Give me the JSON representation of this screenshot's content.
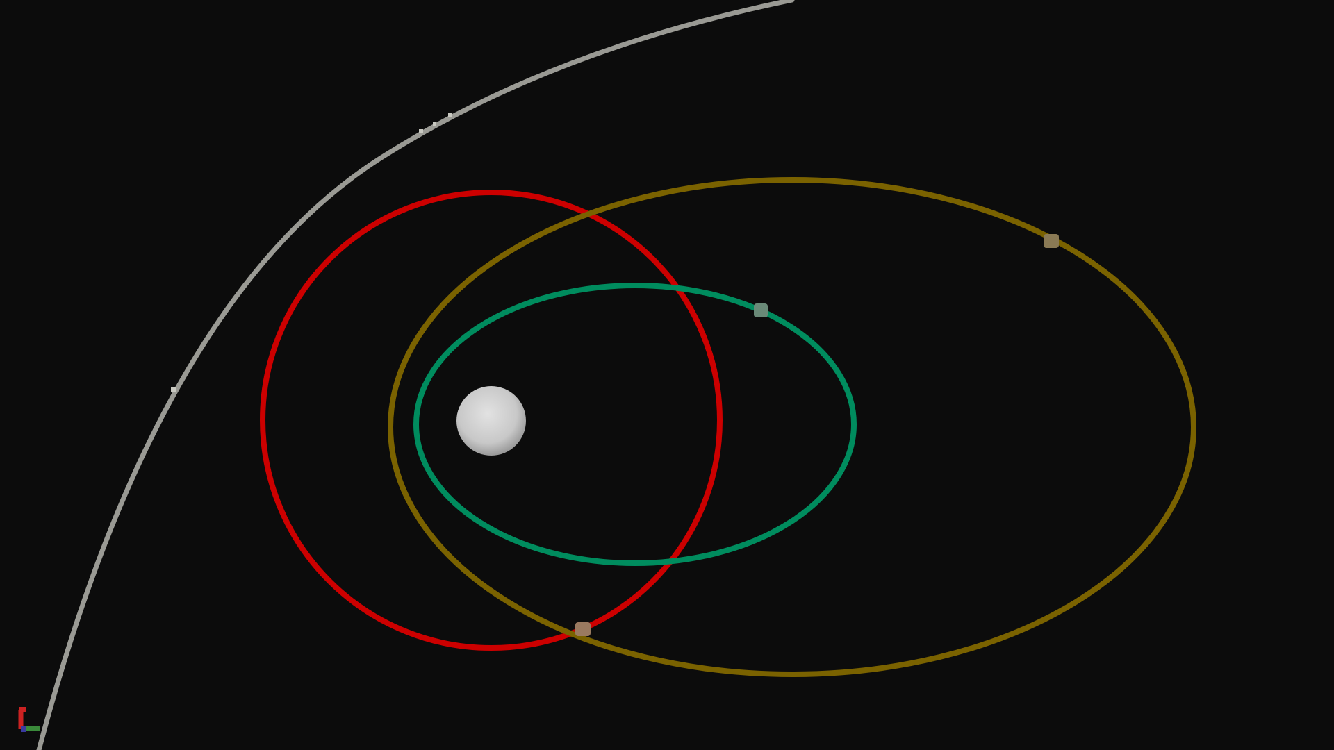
{
  "scene": {
    "background": "#0c0c0c",
    "central_body": {
      "color": "#d0d0d0"
    },
    "orbits": [
      {
        "id": "red",
        "color": "#cc0000",
        "spacecraft": []
      },
      {
        "id": "gold",
        "color": "#7a6200",
        "spacecraft": [
          {
            "marker_color": "#8a7a55"
          },
          {
            "marker_color": "#9a7a60"
          }
        ]
      },
      {
        "id": "green",
        "color": "#008c5e",
        "spacecraft": [
          {
            "marker_color": "#6a8a78"
          }
        ]
      }
    ],
    "trajectory": {
      "id": "hyperbolic-trajectory",
      "color": "#9a9a94"
    },
    "axis_gizmo": {
      "x_color": "#3a8a3a",
      "y_color": "#cc2222",
      "z_color": "#3a3aa0"
    }
  }
}
